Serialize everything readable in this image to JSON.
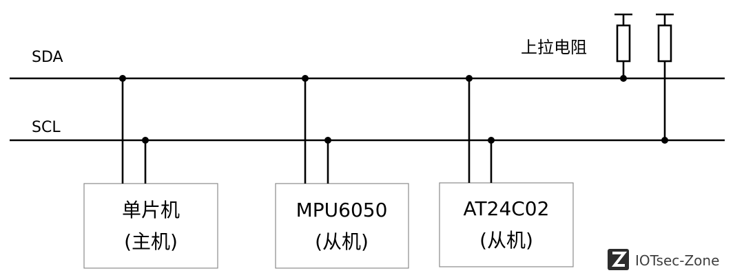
{
  "bus": {
    "sda_label": "SDA",
    "scl_label": "SCL"
  },
  "pullup": {
    "label": "上拉电阻"
  },
  "devices": [
    {
      "line1": "单片机",
      "line2": "(主机)"
    },
    {
      "line1": "MPU6050",
      "line2": "(从机)"
    },
    {
      "line1": "AT24C02",
      "line2": "(从机)"
    }
  ],
  "watermark": {
    "logo_letter": "Z",
    "text": "IOTsec-Zone"
  }
}
